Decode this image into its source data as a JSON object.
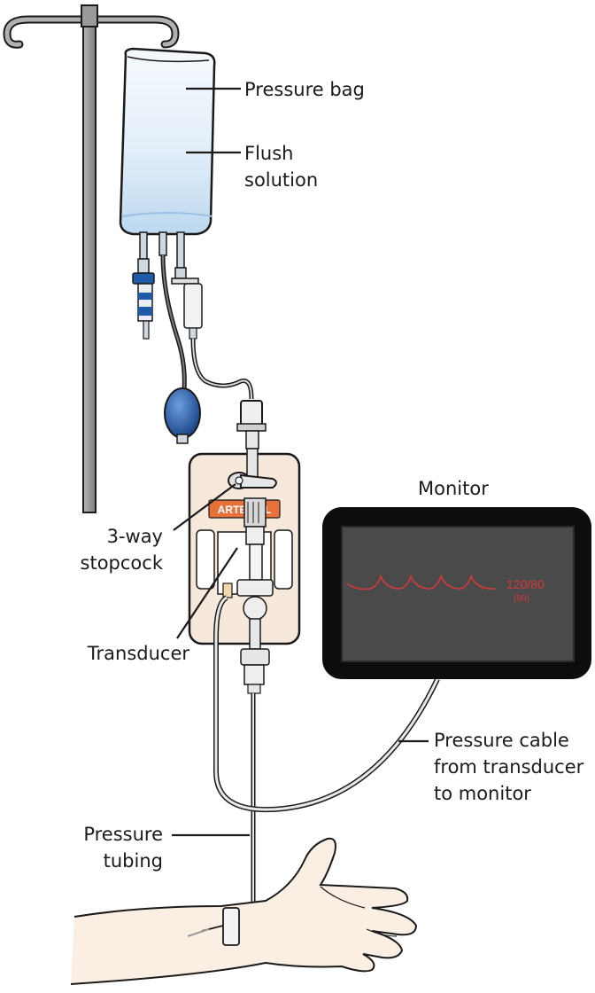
{
  "labels": {
    "pressure_bag": "Pressure bag",
    "flush_solution_line1": "Flush",
    "flush_solution_line2": "solution",
    "monitor": "Monitor",
    "stopcock_line1": "3-way",
    "stopcock_line2": "stopcock",
    "transducer": "Transducer",
    "pressure_cable_line1": "Pressure cable",
    "pressure_cable_line2": "from transducer",
    "pressure_cable_line3": "to monitor",
    "pressure_tubing_line1": "Pressure",
    "pressure_tubing_line2": "tubing"
  },
  "transducer_plate": {
    "tag": "ARTERIAL"
  },
  "monitor_screen": {
    "reading": "120/80",
    "mean": "(90)"
  },
  "colors": {
    "outline": "#1a1a1a",
    "pole": "#9a9a9a",
    "bag_top": "#f5f9fd",
    "bag_bottom": "#bcd8f0",
    "blue": "#1f5aa6",
    "plate": "#f6e9dc",
    "tag": "#e8703a",
    "screen": "#4a4a4a",
    "waveform": "#d63a3a",
    "skin": "#fbeee2"
  },
  "icons": [
    "iv-pole-icon",
    "pressure-bag-icon",
    "drip-chamber-icon",
    "inflation-bulb-icon",
    "stopcock-icon",
    "transducer-icon",
    "monitor-icon",
    "arm-icon"
  ]
}
